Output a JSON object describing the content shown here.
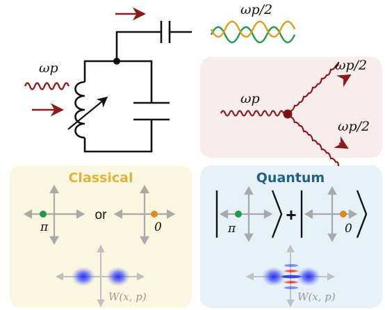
{
  "labels": {
    "pump_freq": "ωp",
    "half_freq": "ωp/2",
    "classical_title": "Classical",
    "quantum_title": "Quantum",
    "or_word": "or",
    "plus_sign": "+",
    "phase_pi": "π",
    "phase_zero": "0",
    "wigner_label": "W(x, p)"
  },
  "colors": {
    "arrow_red": "#8b1a1a",
    "wave_green": "#1e9a48",
    "wave_orange": "#e39a1e",
    "dot_green": "#1e9a48",
    "dot_orange": "#df8a1e",
    "classical_bg": "#fbf6df",
    "quantum_bg": "#e6f1f8",
    "mixing_bg": "#f8ecec",
    "classical_title": "#e0b43a",
    "quantum_title": "#1f5f85",
    "axis_gray": "#a9a9a9",
    "blob_blue": "#2f3df0",
    "fringe_red": "#e02020"
  }
}
